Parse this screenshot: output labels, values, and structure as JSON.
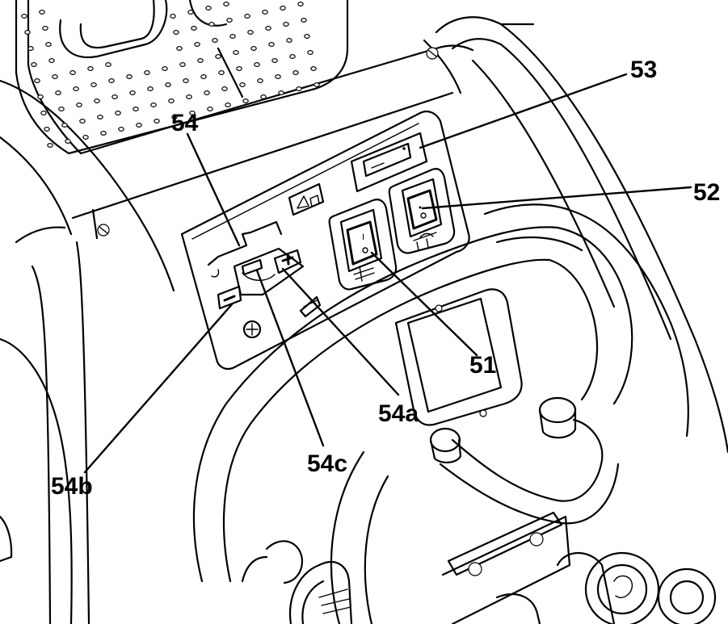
{
  "callouts": {
    "c53": "53",
    "c52": "52",
    "c54": "54",
    "c51": "51",
    "c54a": "54a",
    "c54b": "54b",
    "c54c": "54c"
  },
  "switch_marks": {
    "on_mark": "I",
    "off_mark": "o"
  }
}
